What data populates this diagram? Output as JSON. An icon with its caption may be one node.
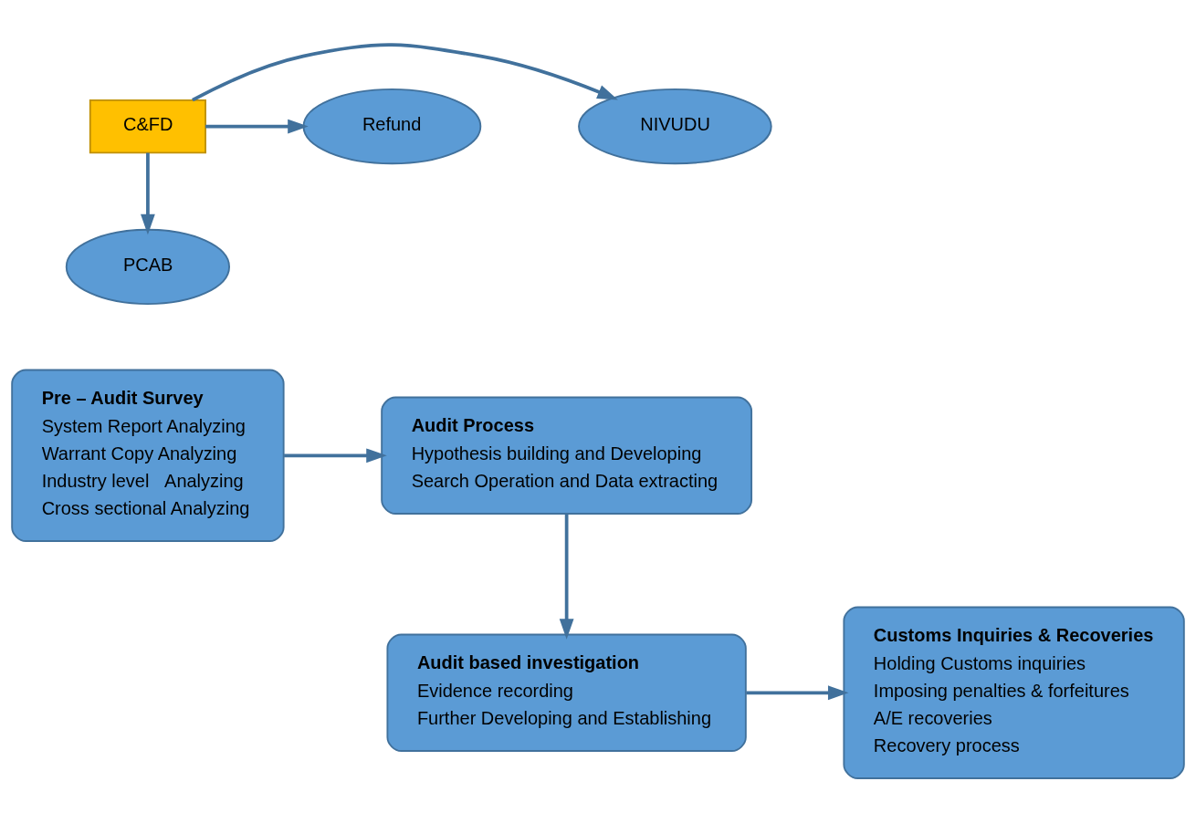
{
  "diagram": {
    "nodes": [
      {
        "text": [
          "C&FD"
        ]
      },
      {
        "text": [
          "NIVUDU"
        ]
      },
      {
        "text": [
          "Refund"
        ]
      },
      {
        "text": [
          "PCAB"
        ]
      },
      {
        "text": [
          "Pre – Audit Survey",
          "System Report Analyzing",
          "Warrant Copy Analyzing",
          "Industry level   Analyzing",
          "Cross sectional Analyzing"
        ]
      },
      {
        "text": [
          "Audit Process",
          "Hypothesis building and Developing",
          "Search Operation and Data extracting"
        ]
      },
      {
        "text": [
          "Audit based investigation",
          "Evidence recording",
          "Further Developing and Establishing"
        ]
      },
      {
        "text": [
          "Customs Inquiries & Recoveries",
          "Holding Customs inquiries",
          "Imposing penalties & forfeitures",
          "A/E recoveries",
          "Recovery process"
        ]
      }
    ],
    "edges": [
      {
        "from": 0,
        "to": 1,
        "arrow": "to"
      },
      {
        "from": 0,
        "to": 2,
        "arrow": "to"
      },
      {
        "from": 0,
        "to": 3,
        "arrow": "to"
      },
      {
        "from": 4,
        "to": 5,
        "arrow": "to"
      },
      {
        "from": 5,
        "to": 6,
        "arrow": "to"
      },
      {
        "from": 6,
        "to": 7,
        "arrow": "to"
      }
    ]
  }
}
